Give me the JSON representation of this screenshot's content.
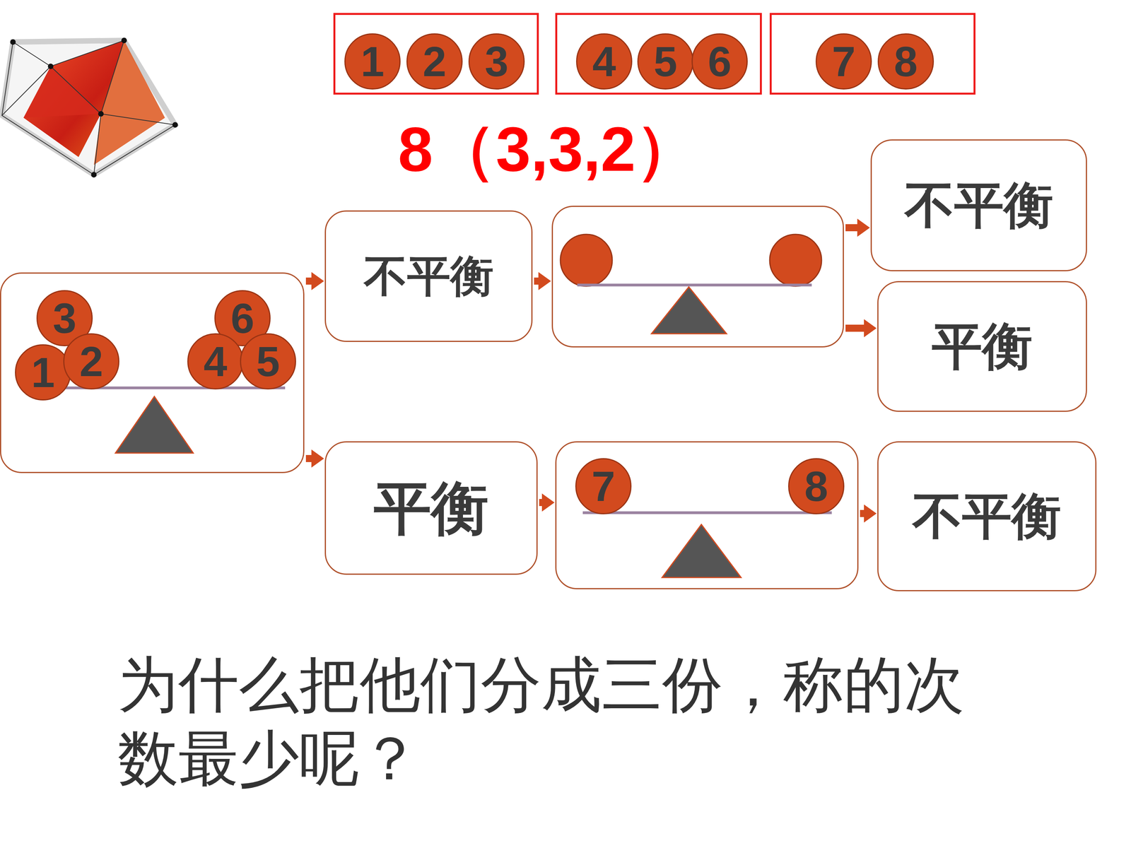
{
  "diagram": {
    "nodes": [
      {
        "text": []
      },
      {
        "text": [
          "1"
        ],
        "in": 0
      },
      {
        "text": [
          "2"
        ],
        "in": 0
      },
      {
        "text": [
          "3"
        ],
        "in": 0
      },
      {
        "text": []
      },
      {
        "text": [
          "4"
        ],
        "in": 4
      },
      {
        "text": [
          "5"
        ],
        "in": 4
      },
      {
        "text": [
          "6"
        ],
        "in": 4
      },
      {
        "text": []
      },
      {
        "text": [
          "7"
        ],
        "in": 8
      },
      {
        "text": [
          "8"
        ],
        "in": 8
      },
      {
        "text": []
      },
      {
        "text": [
          "3"
        ],
        "in": 11
      },
      {
        "text": [
          "6"
        ],
        "in": 11
      },
      {
        "text": [
          "1"
        ],
        "in": 11
      },
      {
        "text": [
          "2"
        ],
        "in": 11
      },
      {
        "text": [
          "4"
        ],
        "in": 11
      },
      {
        "text": [
          "5"
        ],
        "in": 11
      },
      {
        "text": [
          "不平衡"
        ]
      },
      {
        "text": []
      },
      {
        "text": [
          "不平衡"
        ]
      },
      {
        "text": [
          "平衡"
        ]
      },
      {
        "text": [
          "平衡"
        ]
      },
      {
        "text": []
      },
      {
        "text": [
          "7"
        ],
        "in": 23
      },
      {
        "text": [
          "8"
        ],
        "in": 23
      },
      {
        "text": [
          "不平衡"
        ]
      }
    ],
    "edges": [
      {
        "from": 11,
        "to": 18,
        "arrow": "to"
      },
      {
        "from": 11,
        "to": 22,
        "arrow": "to"
      },
      {
        "from": 18,
        "to": 19,
        "arrow": "to"
      },
      {
        "from": 19,
        "to": 20,
        "arrow": "to"
      },
      {
        "from": 19,
        "to": 21,
        "arrow": "to"
      },
      {
        "from": 22,
        "to": 23,
        "arrow": "to"
      },
      {
        "from": 23,
        "to": 26,
        "arrow": "to"
      }
    ],
    "labels": [
      "8（3,3,2）"
    ],
    "caption": "为什么把他们分成三份，称的次数最少呢？"
  }
}
